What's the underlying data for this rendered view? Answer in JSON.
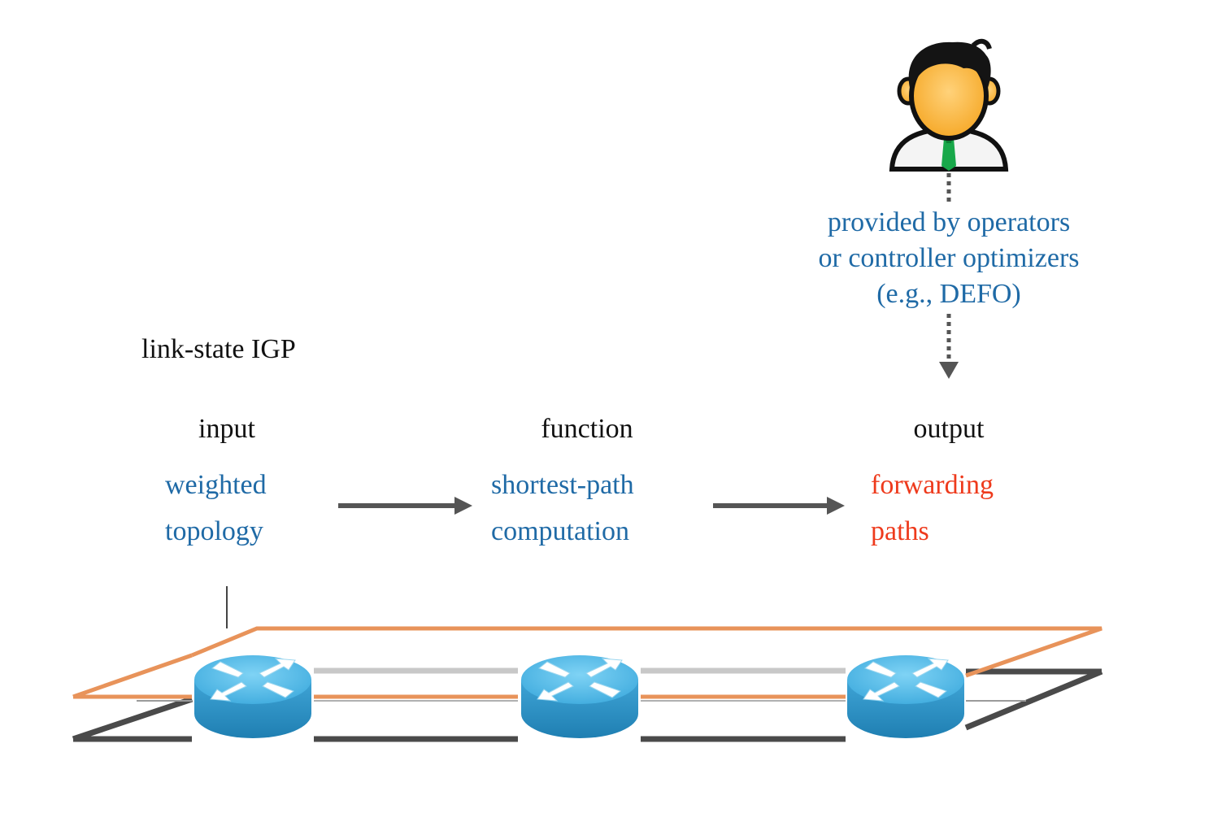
{
  "title": "link-state IGP",
  "operator_note": {
    "lines": [
      "provided by operators",
      "or controller optimizers",
      "(e.g., DEFO)"
    ],
    "icon": "operator-person-icon"
  },
  "stages": [
    {
      "header": "input",
      "lines": [
        "weighted",
        "topology"
      ]
    },
    {
      "header": "function",
      "lines": [
        "shortest-path",
        "computation"
      ]
    },
    {
      "header": "output",
      "lines": [
        "forwarding",
        "paths"
      ]
    }
  ],
  "colors": {
    "text": "#111111",
    "blue": "#1f6aa6",
    "red": "#ee3a1c",
    "plane_orange": "#e8935a",
    "plane_dark": "#4a4a4a",
    "link_light": "#c8c8c8",
    "arrow": "#555555",
    "router_top": "#4fb8e6",
    "router_side": "#2a86b8"
  },
  "icons": [
    "operator-person-icon",
    "router-icon",
    "router-icon",
    "router-icon"
  ]
}
